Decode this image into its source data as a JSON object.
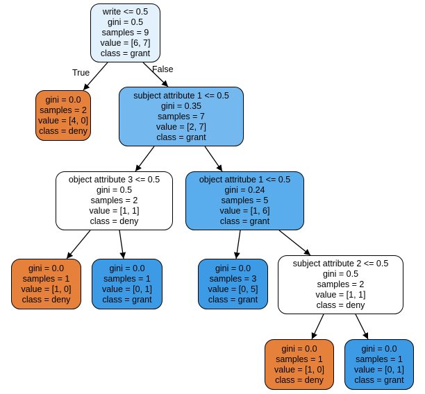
{
  "tree": {
    "nodes": [
      {
        "id": "n0",
        "lines": [
          "write <= 0.5",
          "gini = 0.5",
          "samples = 9",
          "value = [6, 7]",
          "class = grant"
        ],
        "fill": "#e3f1fc"
      },
      {
        "id": "n1",
        "lines": [
          "gini = 0.0",
          "samples = 2",
          "value = [4, 0]",
          "class = deny"
        ],
        "fill": "#e5813a"
      },
      {
        "id": "n2",
        "lines": [
          "subject attribute 1 <= 0.5",
          "gini = 0.35",
          "samples = 7",
          "value = [2, 7]",
          "class = grant"
        ],
        "fill": "#73b8ee"
      },
      {
        "id": "n3",
        "lines": [
          "object attribute 3 <= 0.5",
          "gini = 0.5",
          "samples = 2",
          "value = [1, 1]",
          "class = deny"
        ],
        "fill": "#ffffff"
      },
      {
        "id": "n4",
        "lines": [
          "object attritube 1 <= 0.5",
          "gini = 0.24",
          "samples = 5",
          "value = [1, 6]",
          "class = grant"
        ],
        "fill": "#5aadec"
      },
      {
        "id": "n5",
        "lines": [
          "gini = 0.0",
          "samples = 1",
          "value = [1, 0]",
          "class = deny"
        ],
        "fill": "#e5813a"
      },
      {
        "id": "n6",
        "lines": [
          "gini = 0.0",
          "samples = 1",
          "value = [0, 1]",
          "class = grant"
        ],
        "fill": "#3d9be6"
      },
      {
        "id": "n7",
        "lines": [
          "gini = 0.0",
          "samples = 3",
          "value = [0, 5]",
          "class = grant"
        ],
        "fill": "#3d9be6"
      },
      {
        "id": "n8",
        "lines": [
          "subject attribute 2 <= 0.5",
          "gini = 0.5",
          "samples = 2",
          "value = [1, 1]",
          "class = deny"
        ],
        "fill": "#ffffff"
      },
      {
        "id": "n9",
        "lines": [
          "gini = 0.0",
          "samples = 1",
          "value = [1, 0]",
          "class = deny"
        ],
        "fill": "#e5813a"
      },
      {
        "id": "n10",
        "lines": [
          "gini = 0.0",
          "samples = 1",
          "value = [0, 1]",
          "class = grant"
        ],
        "fill": "#3d9be6"
      }
    ],
    "edges": [
      {
        "from": "n0",
        "to": "n1",
        "label": "True"
      },
      {
        "from": "n0",
        "to": "n2",
        "label": "False"
      },
      {
        "from": "n2",
        "to": "n3",
        "label": ""
      },
      {
        "from": "n2",
        "to": "n4",
        "label": ""
      },
      {
        "from": "n3",
        "to": "n5",
        "label": ""
      },
      {
        "from": "n3",
        "to": "n6",
        "label": ""
      },
      {
        "from": "n4",
        "to": "n7",
        "label": ""
      },
      {
        "from": "n4",
        "to": "n8",
        "label": ""
      },
      {
        "from": "n8",
        "to": "n9",
        "label": ""
      },
      {
        "from": "n8",
        "to": "n10",
        "label": ""
      }
    ]
  }
}
